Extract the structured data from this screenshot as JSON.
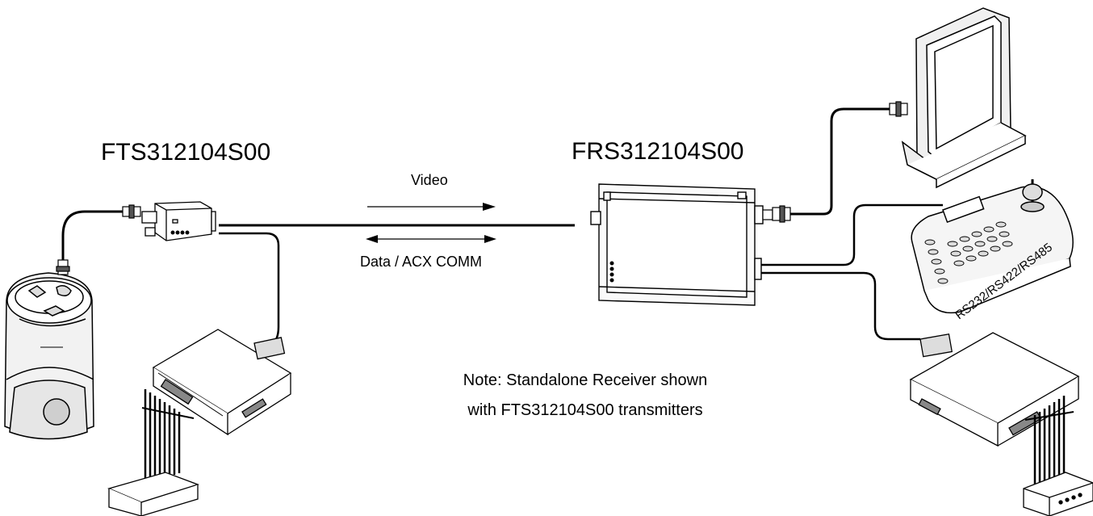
{
  "transmitter": {
    "model": "FTS312104S00"
  },
  "receiver": {
    "model": "FRS312104S00"
  },
  "links": {
    "video_label": "Video",
    "data_label": "Data / ACX COMM"
  },
  "keyboard": {
    "interfaces_label": "RS232/RS422/RS485"
  },
  "note": {
    "line1": "Note: Standalone Receiver shown",
    "line2": "with FTS312104S00 transmitters"
  }
}
